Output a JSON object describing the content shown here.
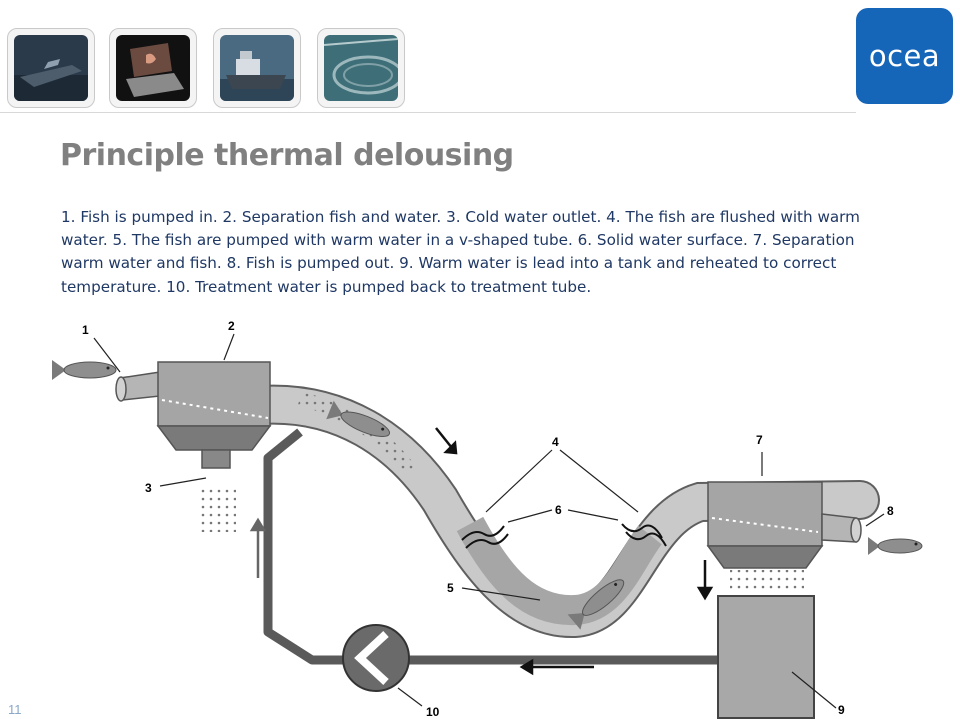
{
  "header": {
    "thumbnails": [
      {
        "icon": "rib-boat-icon"
      },
      {
        "icon": "laptop-icon"
      },
      {
        "icon": "workboat-icon"
      },
      {
        "icon": "fish-farm-icon"
      }
    ],
    "logo_text": "ocea",
    "brand_color": "#1565b8"
  },
  "slide": {
    "title": "Principle thermal delousing",
    "description": "1. Fish is pumped in. 2. Separation fish and water. 3. Cold water outlet. 4. The fish are flushed with warm water. 5. The fish are pumped with warm water in a v-shaped tube. 6. Solid water surface. 7. Separation warm water and fish. 8. Fish is pumped out. 9. Warm water is lead into a tank and reheated to correct temperature. 10. Treatment water is pumped back to treatment tube.",
    "page_number": "11"
  },
  "diagram": {
    "labels": [
      "1",
      "2",
      "3",
      "4",
      "5",
      "6",
      "7",
      "8",
      "9",
      "10"
    ],
    "colors": {
      "body": "#a8a8a8",
      "dark": "#6e6e6e",
      "tube": "#c4c4c4",
      "pipe": "#5a5a5a"
    }
  }
}
